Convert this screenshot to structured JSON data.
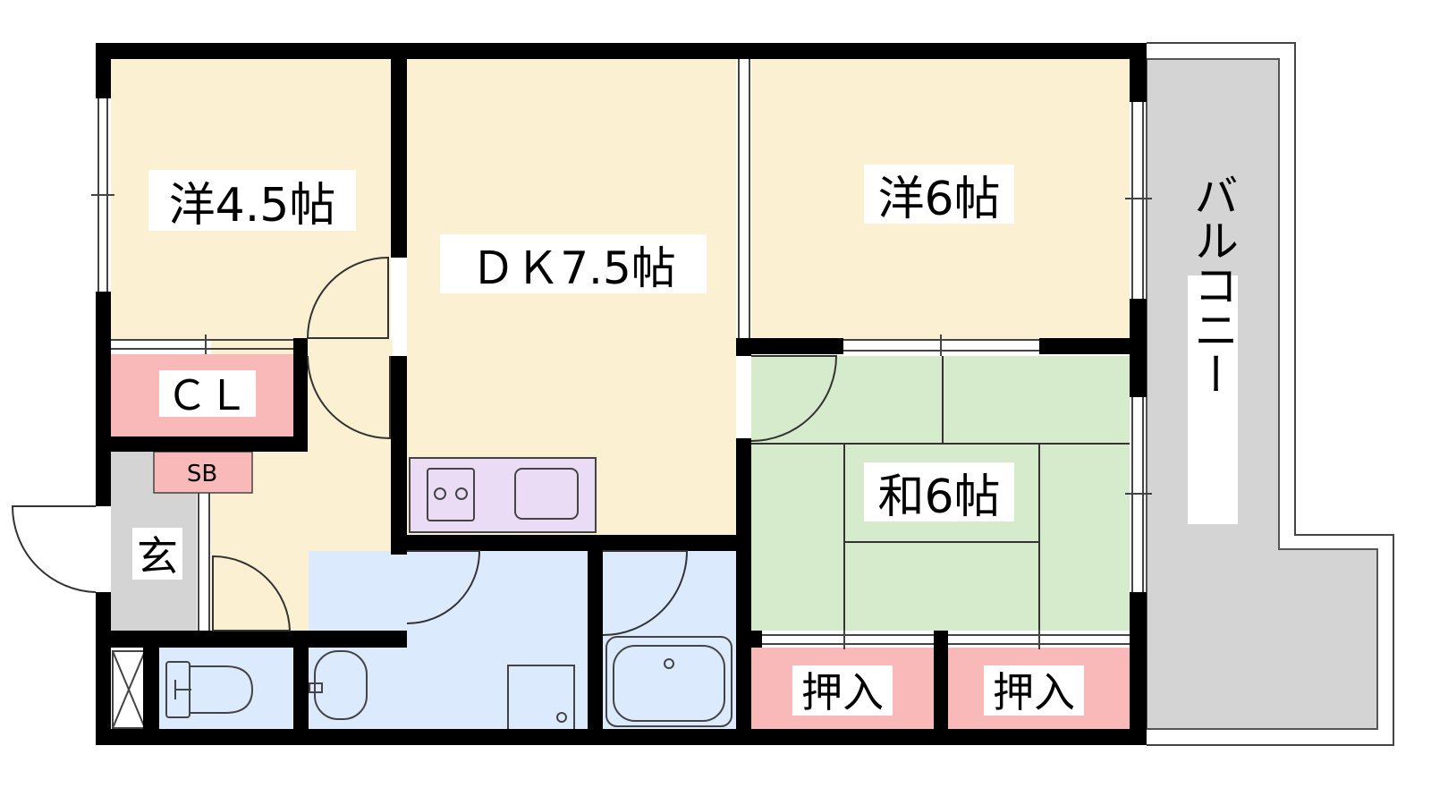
{
  "colors": {
    "western": "#fcf0d2",
    "tatami": "#d6ebcc",
    "storage": "#f8b9b8",
    "wet": "#dbeafd",
    "kitchen": "#eadcf5",
    "entrance": "#d4d4d4",
    "balcony": "#d4d4d4",
    "wall": "#000000",
    "label_bg": "#ffffff"
  },
  "rooms": {
    "western_small": "洋4.5帖",
    "dk": "ＤＫ7.5帖",
    "western_large": "洋6帖",
    "japanese": "和6帖",
    "closet": "ＣＬ",
    "shoe_box": "SB",
    "entrance": "玄",
    "oshiire_1": "押入",
    "oshiire_2": "押入",
    "balcony": "バルコニー"
  }
}
